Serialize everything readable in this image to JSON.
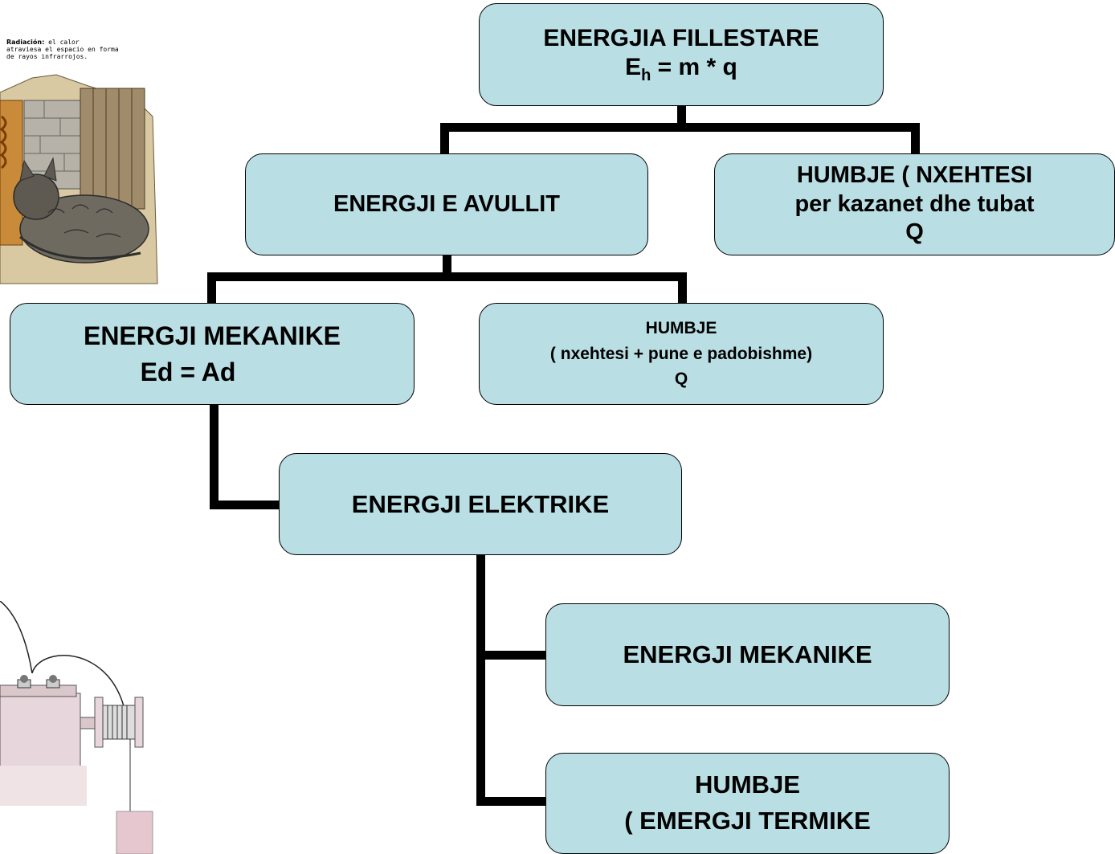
{
  "illustration_top": {
    "caption_bold": "Radiación:",
    "caption_line1": " el calor",
    "caption_line2": "atraviesa el espacio en forma",
    "caption_line3": "de rayos infrarrojos.",
    "subject": "cat-by-warm-wall"
  },
  "illustration_bottom": {
    "subject": "motor-winch-lifting-weight"
  },
  "nodes": {
    "root": {
      "line1": "ENERGJIA FILLESTARE",
      "formula_base": "E",
      "formula_sub": "h",
      "formula_rest": " = m * q"
    },
    "steam": {
      "label": "ENERGJI E AVULLIT"
    },
    "loss1": {
      "line1": "HUMBJE ( NXEHTESI",
      "line2": "per kazanet dhe tubat",
      "line3": "Q"
    },
    "mech1": {
      "line1": "ENERGJI MEKANIKE",
      "line2": "Ed = Ad"
    },
    "loss2": {
      "line1": "HUMBJE",
      "line2": "( nxehtesi + pune e padobishme)",
      "line3": "Q"
    },
    "elec": {
      "label": "ENERGJI ELEKTRIKE"
    },
    "mech2": {
      "label": "ENERGJI MEKANIKE"
    },
    "loss3": {
      "line1": "HUMBJE",
      "line2": "( EMERGJI TERMIKE"
    }
  },
  "colors": {
    "box_fill": "#b9dfe4",
    "border": "#000000"
  }
}
